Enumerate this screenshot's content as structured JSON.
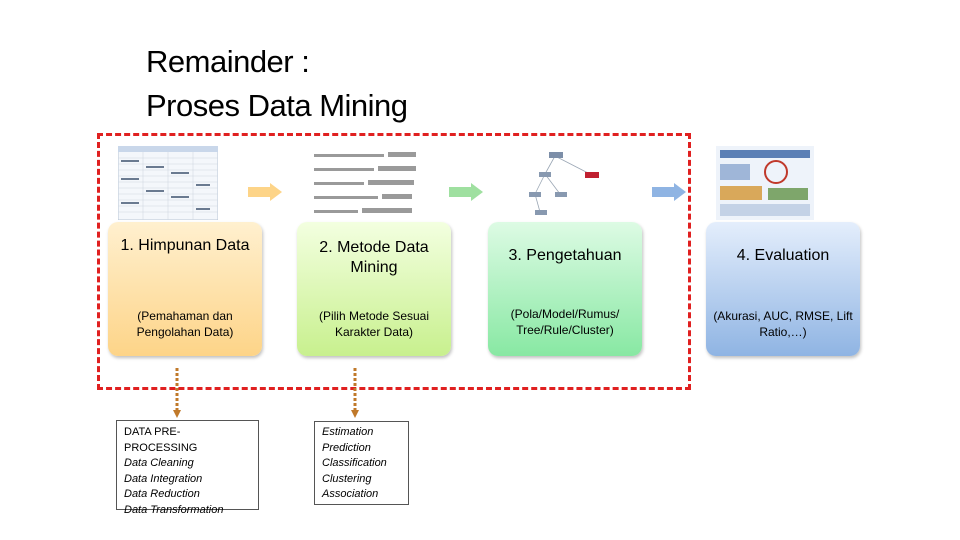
{
  "title": {
    "line1": "Remainder :",
    "line2": "Proses Data Mining"
  },
  "steps": [
    {
      "name": "1. Himpunan Data",
      "desc": "(Pemahaman dan Pengolahan Data)",
      "color": "#fdd488"
    },
    {
      "name": "2. Metode Data Mining",
      "desc": "(Pilih Metode Sesuai Karakter Data)",
      "color": "#c8f08e"
    },
    {
      "name": "3. Pengetahuan",
      "desc": "(Pola/Model/Rumus/ Tree/Rule/Cluster)",
      "color": "#88e8a3"
    },
    {
      "name": "4. Evaluation",
      "desc": "(Akurasi, AUC, RMSE, Lift Ratio,…)",
      "color": "#8fb4e3"
    }
  ],
  "preprocessing": {
    "heading": "DATA PRE-PROCESSING",
    "items": [
      "Data Cleaning",
      "Data Integration",
      "Data Reduction",
      "Data Transformation"
    ]
  },
  "methods": {
    "items": [
      "Estimation",
      "Prediction",
      "Classification",
      "Clustering",
      "Association"
    ]
  },
  "colors": {
    "frame": "#e02020",
    "connector": "#c0792a"
  }
}
